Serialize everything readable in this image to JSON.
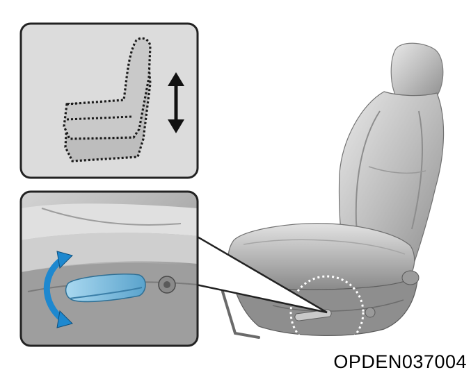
{
  "figure_code": "OPDEN037004",
  "illustration": {
    "main": "seat-illustration",
    "inset_top": "seat-height-motion-diagram",
    "inset_bottom": "seat-height-lever-closeup",
    "arrow_icons": [
      "up-down-arrow-icon",
      "rotate-arrow-icon"
    ]
  },
  "colors": {
    "lever_highlight": "#6fb6dc",
    "arrow_blue": "#1e88cf",
    "panel_bg": "#dcdcdc"
  }
}
